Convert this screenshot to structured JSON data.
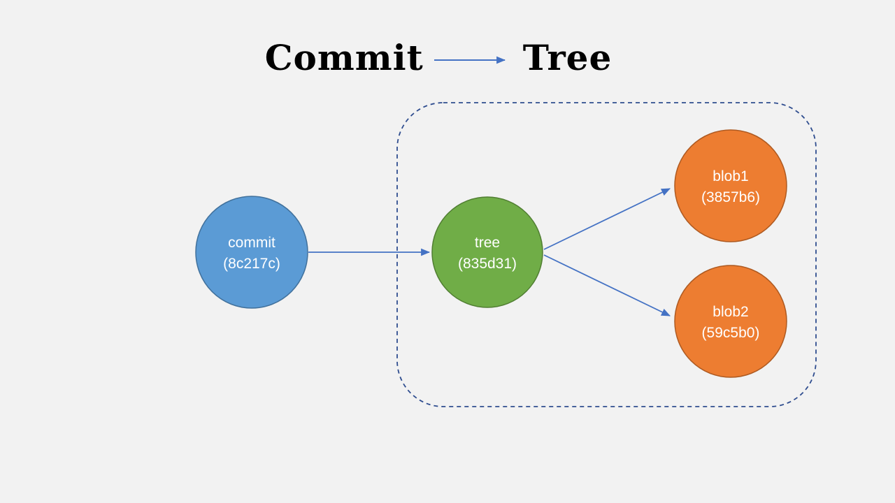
{
  "title": {
    "left": "Commit",
    "right": "Tree"
  },
  "colors": {
    "background": "#f2f2f2",
    "title_text": "#000000",
    "connector": "#4472c4",
    "group_outline": "#2f4d8f",
    "node_label_text": "#ffffff"
  },
  "nodes": [
    {
      "id": "commit",
      "label": "commit",
      "hash": "(8c217c)",
      "fill": "#5b9bd5",
      "stroke": "#41719c"
    },
    {
      "id": "tree",
      "label": "tree",
      "hash": "(835d31)",
      "fill": "#70ad47",
      "stroke": "#507e32"
    },
    {
      "id": "blob1",
      "label": "blob1",
      "hash": "(3857b6)",
      "fill": "#ed7d31",
      "stroke": "#ae5a21"
    },
    {
      "id": "blob2",
      "label": "blob2",
      "hash": "(59c5b0)",
      "fill": "#ed7d31",
      "stroke": "#ae5a21"
    }
  ],
  "edges": [
    {
      "from": "commit",
      "to": "tree"
    },
    {
      "from": "tree",
      "to": "blob1"
    },
    {
      "from": "tree",
      "to": "blob2"
    }
  ]
}
